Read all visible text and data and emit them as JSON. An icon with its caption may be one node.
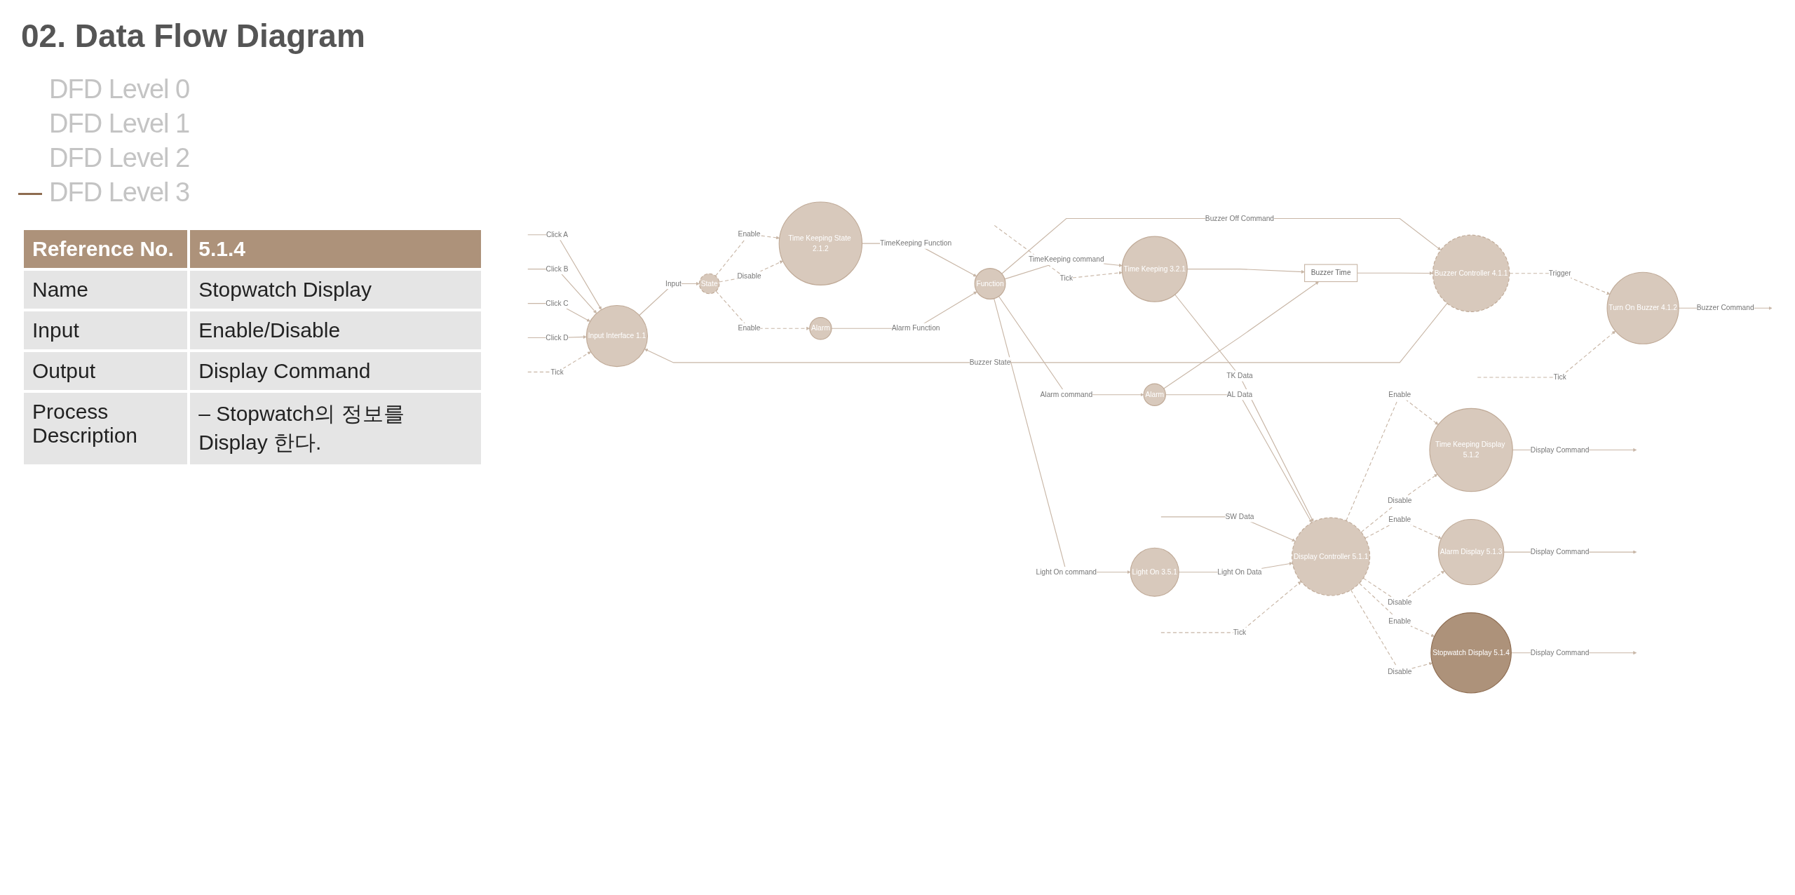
{
  "diagram": {
    "title": "02. Data Flow Diagram",
    "nodes": [
      {
        "text": [
          "Input Interface 1.1"
        ]
      },
      {
        "text": [
          "State"
        ]
      },
      {
        "text": [
          "Time Keeping State 2.1.2"
        ]
      },
      {
        "text": [
          "Alarm"
        ]
      },
      {
        "text": [
          "Function"
        ]
      },
      {
        "text": [
          "Buzzer Controller 4.1.1"
        ]
      },
      {
        "text": [
          "Turn On Buzzer 4.1.2"
        ]
      },
      {
        "text": [
          "Buzzer Time"
        ]
      },
      {
        "text": [
          "Time Keeping 3.2.1"
        ]
      },
      {
        "text": [
          "Alarm"
        ]
      },
      {
        "text": [
          "Light On 3.5.1"
        ]
      },
      {
        "text": [
          "Display Controller 5.1.1"
        ]
      },
      {
        "text": [
          "Time Keeping Display 5.1.2"
        ]
      },
      {
        "text": [
          "Alarm Display 5.1.3"
        ]
      },
      {
        "text": [
          "Stopwatch Display 5.1.4"
        ]
      }
    ],
    "edges": [
      {
        "from": null,
        "to": 0,
        "arrow": "to",
        "label": "Click A"
      },
      {
        "from": null,
        "to": 0,
        "arrow": "to",
        "label": "Click B"
      },
      {
        "from": null,
        "to": 0,
        "arrow": "to",
        "label": "Click C"
      },
      {
        "from": null,
        "to": 0,
        "arrow": "to",
        "label": "Click D"
      },
      {
        "from": null,
        "to": 0,
        "arrow": "to",
        "label": "Tick",
        "style": "dashed"
      },
      {
        "from": 5,
        "to": 0,
        "arrow": "to",
        "label": "Buzzer State"
      },
      {
        "from": 0,
        "to": 1,
        "arrow": "to",
        "label": "Input"
      },
      {
        "from": 1,
        "to": 2,
        "arrow": "to",
        "label": "Enable",
        "style": "dashed"
      },
      {
        "from": 1,
        "to": 2,
        "arrow": "to",
        "label": "Disable",
        "style": "dashed"
      },
      {
        "from": 1,
        "to": 3,
        "arrow": "to",
        "label": "Enable",
        "style": "dashed"
      },
      {
        "from": 2,
        "to": 4,
        "arrow": "to",
        "label": "TimeKeeping Function"
      },
      {
        "from": 3,
        "to": 4,
        "arrow": "to",
        "label": "Alarm Function"
      },
      {
        "from": 4,
        "to": 5,
        "arrow": "to",
        "label": "Buzzer Off Command"
      },
      {
        "from": 4,
        "to": 8,
        "arrow": "to",
        "label": "TimeKeeping command"
      },
      {
        "from": 4,
        "to": 9,
        "arrow": "to",
        "label": "Alarm command"
      },
      {
        "from": 4,
        "to": 10,
        "arrow": "to",
        "label": "Light On command"
      },
      {
        "from": 8,
        "to": 7,
        "arrow": "to"
      },
      {
        "from": 9,
        "to": 7,
        "arrow": "to"
      },
      {
        "from": 7,
        "to": 5,
        "arrow": "to"
      },
      {
        "from": 5,
        "to": 6,
        "arrow": "to",
        "label": "Trigger",
        "style": "dashed"
      },
      {
        "from": null,
        "to": 6,
        "arrow": "to",
        "label": "Tick",
        "style": "dashed"
      },
      {
        "from": 6,
        "to": null,
        "arrow": "to",
        "label": "Buzzer Command"
      },
      {
        "from": null,
        "to": 8,
        "arrow": "to",
        "label": "Tick",
        "style": "dashed"
      },
      {
        "from": 8,
        "to": 11,
        "arrow": "to",
        "label": "TK Data"
      },
      {
        "from": 9,
        "to": 11,
        "arrow": "to",
        "label": "AL Data"
      },
      {
        "from": null,
        "to": 11,
        "arrow": "to",
        "label": "SW Data"
      },
      {
        "from": 10,
        "to": 11,
        "arrow": "to",
        "label": "Light On Data"
      },
      {
        "from": null,
        "to": 11,
        "arrow": "to",
        "label": "Tick",
        "style": "dashed"
      },
      {
        "from": 11,
        "to": 12,
        "arrow": "to",
        "label": "Enable",
        "style": "dashed"
      },
      {
        "from": 11,
        "to": 12,
        "arrow": "to",
        "label": "Disable",
        "style": "dashed"
      },
      {
        "from": 11,
        "to": 13,
        "arrow": "to",
        "label": "Enable",
        "style": "dashed"
      },
      {
        "from": 11,
        "to": 13,
        "arrow": "to",
        "label": "Disable",
        "style": "dashed"
      },
      {
        "from": 11,
        "to": 14,
        "arrow": "to",
        "label": "Enable",
        "style": "dashed"
      },
      {
        "from": 11,
        "to": 14,
        "arrow": "to",
        "label": "Disable",
        "style": "dashed"
      },
      {
        "from": 12,
        "to": null,
        "arrow": "to",
        "label": "Display Command"
      },
      {
        "from": 13,
        "to": null,
        "arrow": "to",
        "label": "Display Command"
      },
      {
        "from": 14,
        "to": null,
        "arrow": "to",
        "label": "Display Command"
      }
    ],
    "labels": [
      "DFD Level 0",
      "DFD Level 1",
      "DFD Level 2",
      "DFD Level 3",
      "Reference No.",
      "5.1.4",
      "Name",
      "Stopwatch Display",
      "Input",
      "Enable/Disable",
      "Output",
      "Display Command",
      "Process Description",
      "– Stopwatch의 정보를 Display 한다."
    ]
  }
}
